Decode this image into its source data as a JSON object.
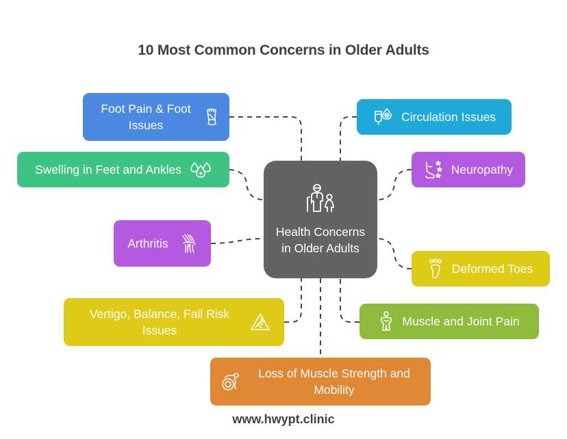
{
  "title": "10 Most Common Concerns in Older Adults",
  "center": {
    "label": "Health Concerns in Older Adults",
    "icon": "elderly-person-with-child-icon",
    "color": "#636363"
  },
  "nodes": [
    {
      "id": "foot-pain",
      "label": "Foot Pain & Foot Issues",
      "icon": "foot-icon",
      "color": "#4a88e2",
      "side": "left"
    },
    {
      "id": "circulation",
      "label": "Circulation Issues",
      "icon": "blood-circulation-icon",
      "color": "#1ea9d9",
      "side": "right"
    },
    {
      "id": "swelling",
      "label": "Swelling in Feet and Ankles",
      "icon": "water-drops-icon",
      "color": "#3ec383",
      "side": "left"
    },
    {
      "id": "neuropathy",
      "label": "Neuropathy",
      "icon": "tingling-foot-icon",
      "color": "#b45ae0",
      "side": "right"
    },
    {
      "id": "arthritis",
      "label": "Arthritis",
      "icon": "hand-joints-icon",
      "color": "#b45ae0",
      "side": "left"
    },
    {
      "id": "deformed-toes",
      "label": "Deformed Toes",
      "icon": "footprint-icon",
      "color": "#dfcb17",
      "side": "right"
    },
    {
      "id": "vertigo",
      "label": "Vertigo, Balance, Fall Risk Issues",
      "icon": "fall-warning-icon",
      "color": "#dfcb17",
      "side": "left"
    },
    {
      "id": "muscle-joint",
      "label": "Muscle and Joint Pain",
      "icon": "body-pain-icon",
      "color": "#8fbb3a",
      "side": "right"
    },
    {
      "id": "muscle-strength",
      "label": "Loss of Muscle Strength and Mobility",
      "icon": "wheelchair-icon",
      "color": "#e08733",
      "side": "bottom"
    }
  ],
  "connector": {
    "style": "dashed",
    "color": "#444444"
  },
  "footer": "www.hwypt.clinic"
}
